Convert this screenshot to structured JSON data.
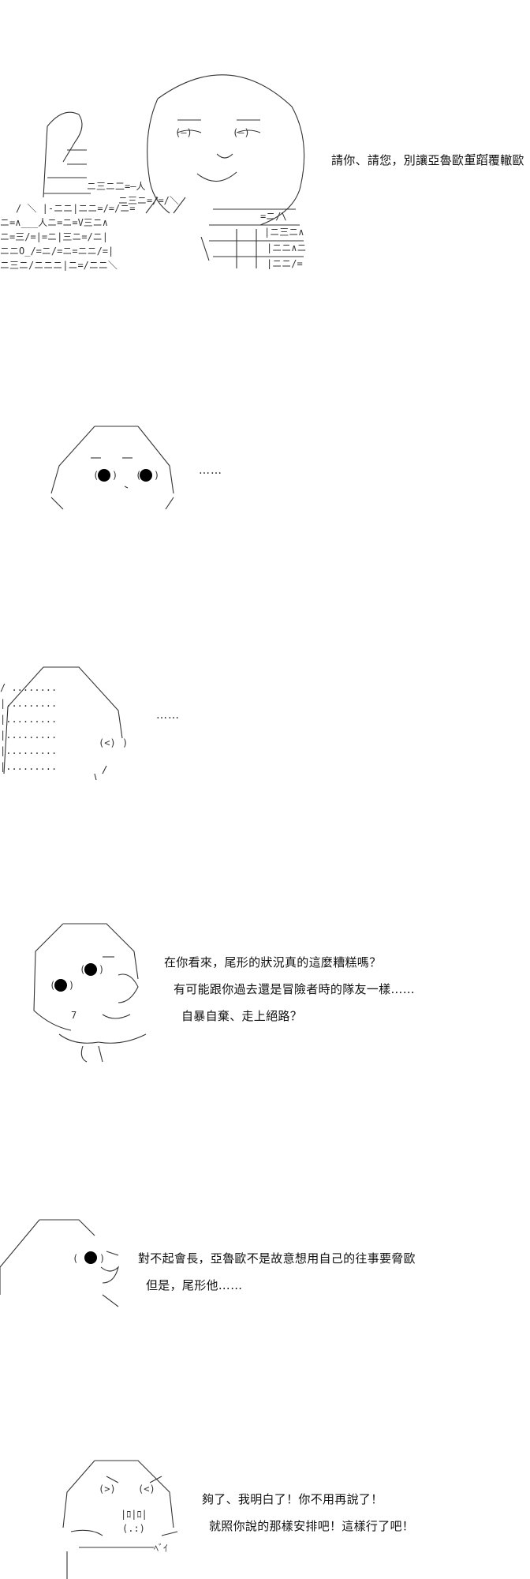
{
  "panels": [
    {
      "id": "panel-1",
      "lines": [
        "請你、請您，別讓亞魯歐重蹈覆轍歐"
      ]
    },
    {
      "id": "panel-2",
      "lines": [
        "……"
      ]
    },
    {
      "id": "panel-3",
      "lines": [
        "……"
      ]
    },
    {
      "id": "panel-4",
      "lines": [
        "在你看來，尾形的狀況真的這麼糟糕嗎？",
        "有可能跟你過去還是冒險者時的隊友一樣……",
        "自暴自棄、走上絕路？"
      ]
    },
    {
      "id": "panel-5",
      "lines": [
        "對不起會長，亞魯歐不是故意想用自己的往事要脅歐",
        "但是，尾形他……"
      ]
    },
    {
      "id": "panel-6",
      "lines": [
        "夠了、我明白了！你不用再說了！",
        "就照你說的那樣安排吧！這樣行了吧！"
      ]
    }
  ],
  "decorations": {
    "dots": "．．．．"
  }
}
